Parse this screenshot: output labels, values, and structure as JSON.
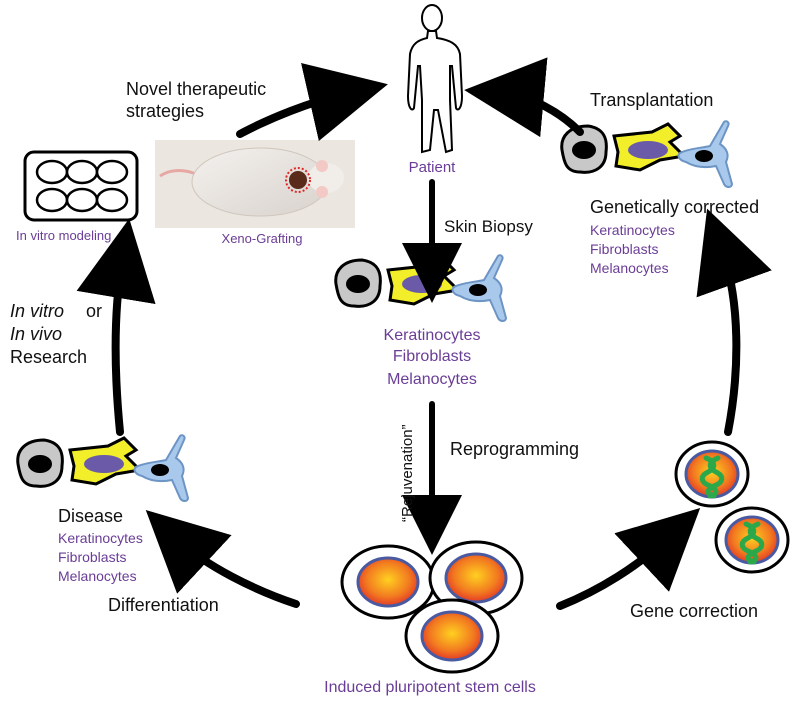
{
  "labels": {
    "patient": "Patient",
    "skin_biopsy": "Skin  Biopsy",
    "novel_line1": "Novel therapeutic",
    "novel_line2": "strategies",
    "transplantation": "Transplantation",
    "in_vitro_modeling": "In vitro  modeling",
    "xeno_grafting": "Xeno-Grafting",
    "research_invitro": "In vitro",
    "research_or": "or",
    "research_invivo": "In vivo",
    "research_word": "Research",
    "genetically_corrected": "Genetically corrected",
    "reprogramming": "Reprogramming",
    "rejuvenation": "“Rejuvenation”",
    "disease": "Disease",
    "differentiation": "Differentiation",
    "gene_correction": "Gene correction",
    "ipsc": "Induced pluripotent stem cells"
  },
  "cell_lists": {
    "center": [
      "Keratinocytes",
      "Fibroblasts",
      "Melanocytes"
    ],
    "corrected": [
      "Keratinocytes",
      "Fibroblasts",
      "Melanocytes"
    ],
    "disease": [
      "Keratinocytes",
      "Fibroblasts",
      "Melanocytes"
    ]
  },
  "colors": {
    "label_purple": "#6a3d96",
    "keratinocyte": "#c8c8c8",
    "fibroblast": "#f2ee2a",
    "melanocyte": "#a8c8ec",
    "nucleus_purple": "#6a5aa8",
    "arrow": "#000000"
  }
}
